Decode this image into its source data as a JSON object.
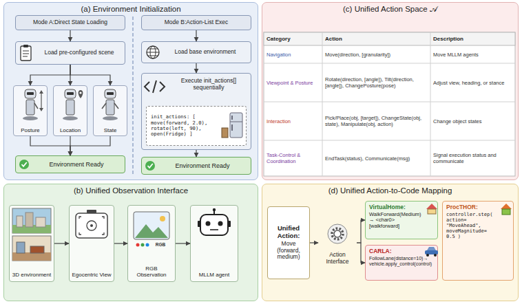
{
  "diagram": {
    "nodes": [
      {
        "text": [
          "(a) Environment Initialization"
        ]
      },
      {
        "text": [
          "Mode A:Direct State Loading"
        ],
        "in": 0
      },
      {
        "text": [
          "Load pre-configured scene"
        ],
        "in": 0
      },
      {
        "text": [
          "Posture"
        ],
        "in": 0
      },
      {
        "text": [
          "Location"
        ],
        "in": 0
      },
      {
        "text": [
          "State"
        ],
        "in": 0
      },
      {
        "text": [
          "Environment Ready"
        ],
        "in": 0
      },
      {
        "text": [
          "Mode B:Action-List Exec"
        ],
        "in": 0
      },
      {
        "text": [
          "Load base environment"
        ],
        "in": 0
      },
      {
        "text": [
          "Execute init_actions[] sequentially"
        ],
        "in": 0
      },
      {
        "text": [
          "init_actions: [ move(forward, 2.0), rotate(left, 90), open(Fridge) ]"
        ],
        "in": 9
      },
      {
        "text": [
          "Environment Ready"
        ],
        "in": 0
      },
      {
        "text": [
          "(c) Unified Action Space 𝒜"
        ]
      },
      {
        "text": [
          "(b) Unified Observation Interface"
        ]
      },
      {
        "text": [
          "3D environment"
        ],
        "in": 13
      },
      {
        "text": [
          "Egocentric View"
        ],
        "in": 13
      },
      {
        "text": [
          "RGB Observation"
        ],
        "in": 13
      },
      {
        "text": [
          "MLLM agent"
        ],
        "in": 13
      },
      {
        "text": [
          "(d) Unified Action-to-Code Mapping"
        ]
      },
      {
        "text": [
          "Unified Action:",
          "Move (forward, medium)"
        ],
        "in": 18
      },
      {
        "text": [
          "Action Interface"
        ],
        "in": 18
      },
      {
        "text": [
          "VirtualHome:",
          "WalkForward(Medium) → <char0> [walkforward]"
        ],
        "in": 18
      },
      {
        "text": [
          "CARLA:",
          "FollowLane(distance=10)→ vehicle.apply_control(control)"
        ],
        "in": 18
      },
      {
        "text": [
          "ProcTHOR:",
          "controller.step( action= \"MoveAhead\", moveMagnitude= 0.5 )"
        ],
        "in": 18
      }
    ],
    "edges": [
      {
        "from": 1,
        "to": 2,
        "arrow": "to"
      },
      {
        "from": 2,
        "to": 3,
        "arrow": "to"
      },
      {
        "from": 2,
        "to": 4,
        "arrow": "to"
      },
      {
        "from": 2,
        "to": 5,
        "arrow": "to"
      },
      {
        "from": 3,
        "to": 6,
        "arrow": "to"
      },
      {
        "from": 4,
        "to": 6,
        "arrow": "to"
      },
      {
        "from": 5,
        "to": 6,
        "arrow": "to"
      },
      {
        "from": 7,
        "to": 8,
        "arrow": "to"
      },
      {
        "from": 8,
        "to": 9,
        "arrow": "to"
      },
      {
        "from": 9,
        "to": 11,
        "arrow": "to"
      },
      {
        "from": 14,
        "to": 15,
        "arrow": "to"
      },
      {
        "from": 15,
        "to": 16,
        "arrow": "to"
      },
      {
        "from": 16,
        "to": 17,
        "arrow": "to"
      },
      {
        "from": 19,
        "to": 20,
        "arrow": "to"
      },
      {
        "from": 20,
        "to": 21,
        "arrow": "to"
      },
      {
        "from": 20,
        "to": 22,
        "arrow": "to"
      }
    ],
    "labels": [
      "Category",
      "Action",
      "Description",
      "Navigation",
      "Move(direction, [granularity])",
      "Move MLLM agents",
      "Viewpoint & Posture",
      "Rotate(direction, [angle]), Tilt(direction, [angle]), ChangePosture(pose)",
      "Adjust view, heading, or stance",
      "Interaction",
      "Pick/Place(obj, [target]), ChangeState(obj, state), Manipulate(obj, action)",
      "Change object states",
      "Task-Control & Coordination",
      "EndTask(status), Communicate(msg)",
      "Signal execution status and communicate",
      "RGB"
    ]
  }
}
